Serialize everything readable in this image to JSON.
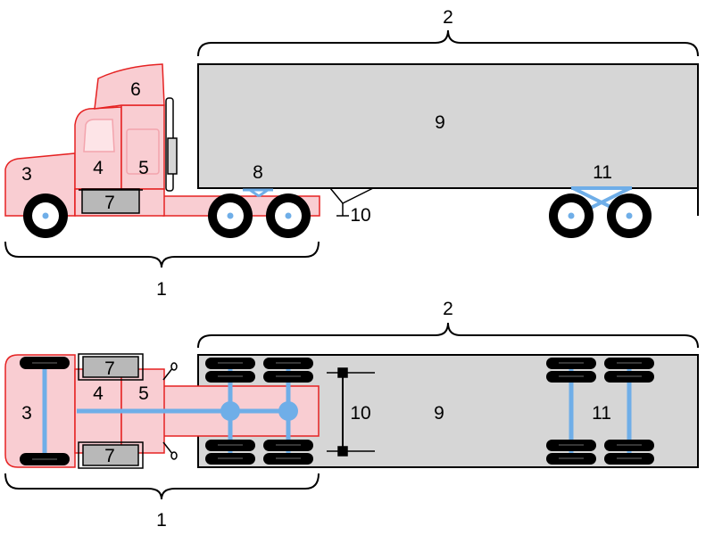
{
  "colors": {
    "cab_fill": "#f9cdd2",
    "cab_stroke": "#e52222",
    "cab_light": "#fde4e7",
    "trailer_fill": "#d6d6d6",
    "outline": "#000000",
    "axle": "#6faee8",
    "tire": "#000000",
    "tank_fill": "#b8b8b8"
  },
  "side_view": {
    "labels": {
      "truck_brace": "1",
      "trailer_brace": "2",
      "engine_hood": "3",
      "cab": "4",
      "sleeper": "5",
      "fairing": "6",
      "fuel_tank": "7",
      "fifth_wheel": "8",
      "trailer_body": "9",
      "landing_gear": "10",
      "trailer_axles": "11"
    }
  },
  "top_view": {
    "labels": {
      "truck_brace": "1",
      "trailer_brace": "2",
      "engine_hood": "3",
      "cab": "4",
      "sleeper": "5",
      "fuel_tank_top": "7",
      "fuel_tank_bottom": "7",
      "trailer_body": "9",
      "landing_gear": "10",
      "trailer_axles": "11"
    }
  }
}
